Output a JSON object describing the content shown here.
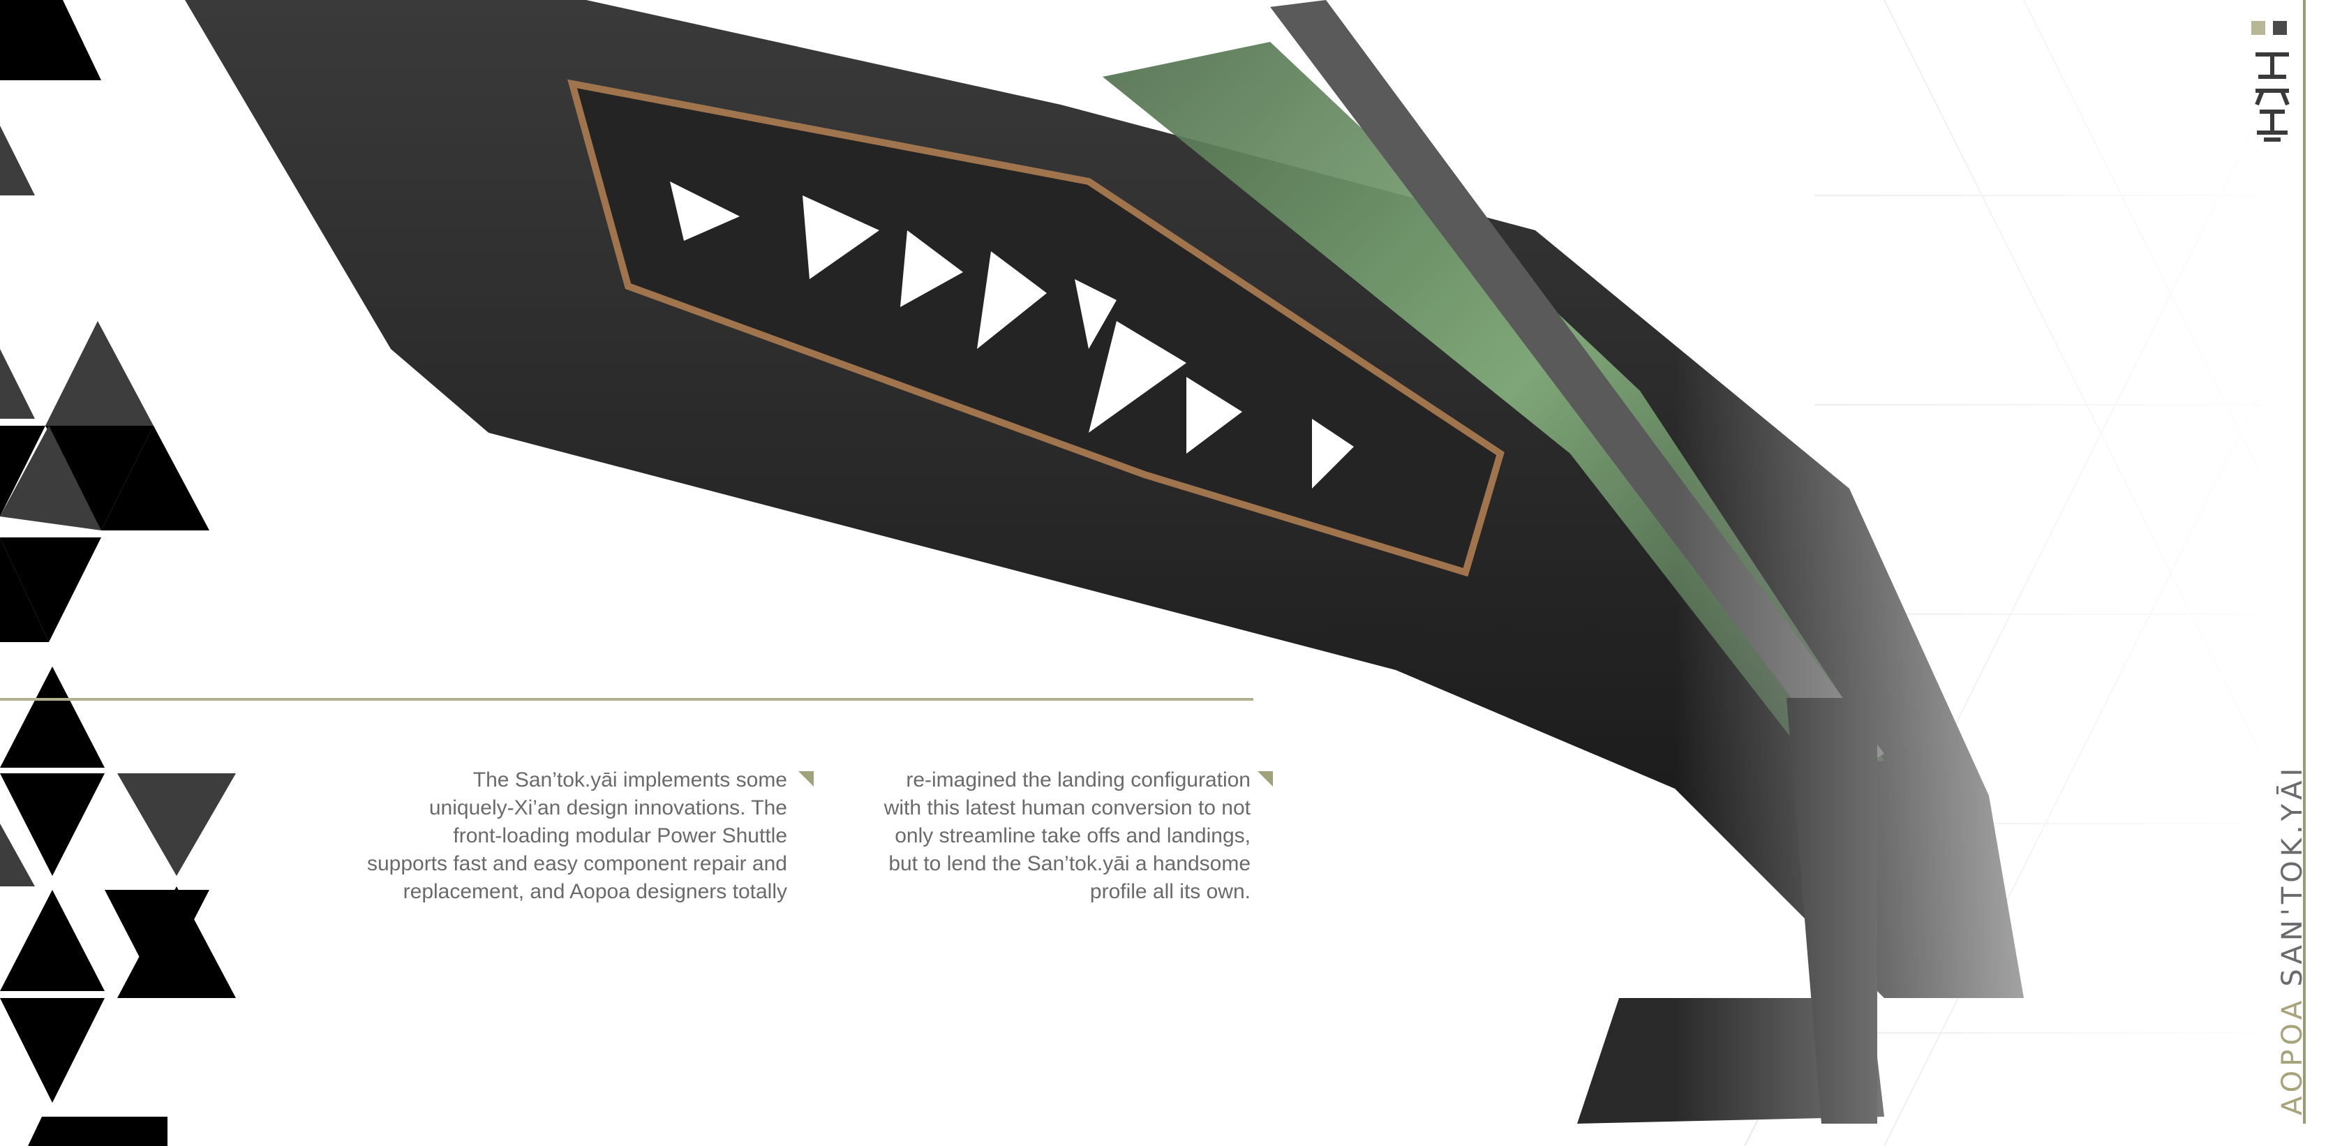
{
  "page": {
    "background": "#ffffff"
  },
  "body_text": {
    "column_1": [
      "The San’tok.yāi implements some",
      "uniquely-Xi’an design innovations. The",
      "front-loading modular Power Shuttle",
      "supports fast and easy component repair and",
      "replacement, and Aopoa designers totally"
    ],
    "column_2": [
      "re-imagined the landing configuration",
      "with this latest human conversion to not",
      "only streamline take offs and landings,",
      "but to lend the San’tok.yāi a handsome",
      "profile all its own."
    ]
  },
  "side_title": {
    "brand": "AOPOA",
    "model": "SAN'TOK.YĀI"
  },
  "colors": {
    "accent_olive": "#9fa27b",
    "rule": "#b2b08e",
    "text": "#6a6a6a",
    "triangle_dark": "#000000",
    "triangle_grey": "#4a4a4a",
    "ship_hull": "#2e2e2e",
    "ship_canopy": "#6f9a6a",
    "ship_trim": "#a0744c"
  },
  "icons": [
    "xian-glyph-emblem"
  ]
}
